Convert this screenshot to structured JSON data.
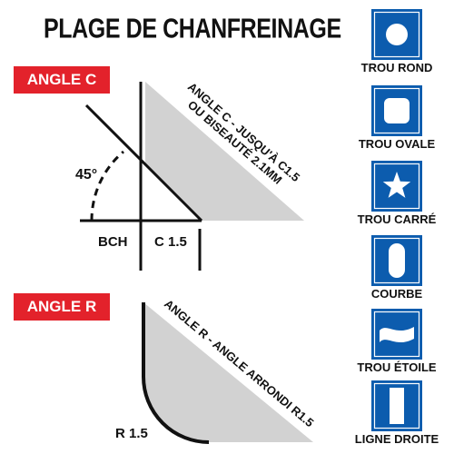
{
  "title": "PLAGE DE CHANFREINAGE",
  "colors": {
    "accent_red": "#e3222b",
    "icon_blue": "#0c5cae",
    "profile_gray": "#d2d2d2",
    "ink": "#111111"
  },
  "angle_c": {
    "label": "ANGLE C",
    "annotation_line1": "ANGLE C - JUSQU'À C1.5",
    "annotation_line2": "OU BISEAUTÉ 2.1MM",
    "angle_label": "45°",
    "left_dim_label": "BCH",
    "right_dim_label": "C 1.5"
  },
  "angle_r": {
    "label": "ANGLE R",
    "annotation": "ANGLE R - ANGLE ARRONDI R1.5",
    "radius_label": "R 1.5"
  },
  "shapes": [
    {
      "icon": "circle-icon",
      "label": "TROU ROND"
    },
    {
      "icon": "rounded-square-icon",
      "label": "TROU OVALE"
    },
    {
      "icon": "star-icon",
      "label": "TROU CARRÉ"
    },
    {
      "icon": "vertical-oval-icon",
      "label": "COURBE"
    },
    {
      "icon": "wave-icon",
      "label": "TROU ÉTOILE"
    },
    {
      "icon": "vertical-rectangle-icon",
      "label": "LIGNE DROITE"
    }
  ]
}
